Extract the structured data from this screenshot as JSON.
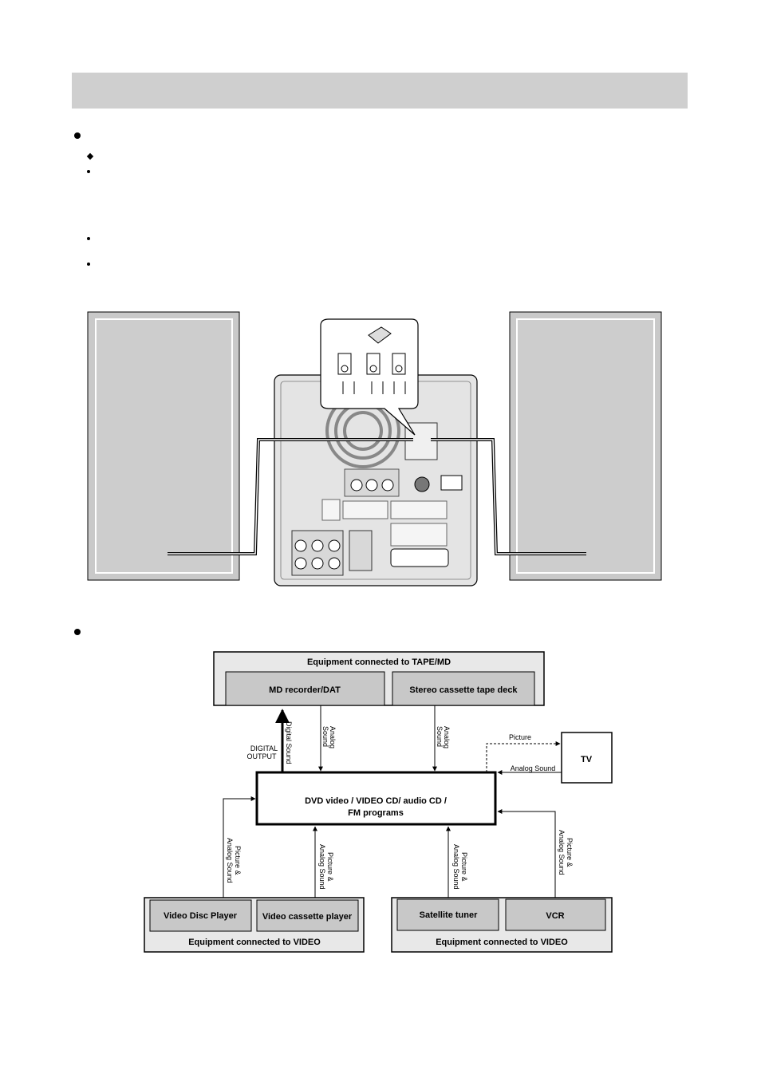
{
  "header": {
    "title": ""
  },
  "diagram": {
    "tape_group": "Equipment connected to TAPE/MD",
    "md_recorder": "MD recorder/DAT",
    "cassette_deck": "Stereo cassette tape deck",
    "center_line1": "DVD video / VIDEO CD/ audio CD /",
    "center_line2": "FM programs",
    "tv": "TV",
    "digital_output_line1": "DIGITAL",
    "digital_output_line2": "OUTPUT",
    "digital_sound": "Digital Sound",
    "analog_line1": "Analog",
    "analog_line2": "Sound",
    "picture_label": "Picture",
    "analog_sound_label": "Analog Sound",
    "picture_amp": "Picture &",
    "analog_sound_v": "Analog Sound",
    "video_disc_player": "Video Disc Player",
    "video_cassette_player": "Video cassette player",
    "satellite_tuner": "Satellite tuner",
    "vcr": "VCR",
    "video_group": "Equipment connected to VIDEO"
  },
  "colors": {
    "header_bar": "#cfcfcf",
    "box_fill": "#c8c8c8",
    "speaker_fill": "#cccccc",
    "unit_fill": "#e4e4e4"
  }
}
